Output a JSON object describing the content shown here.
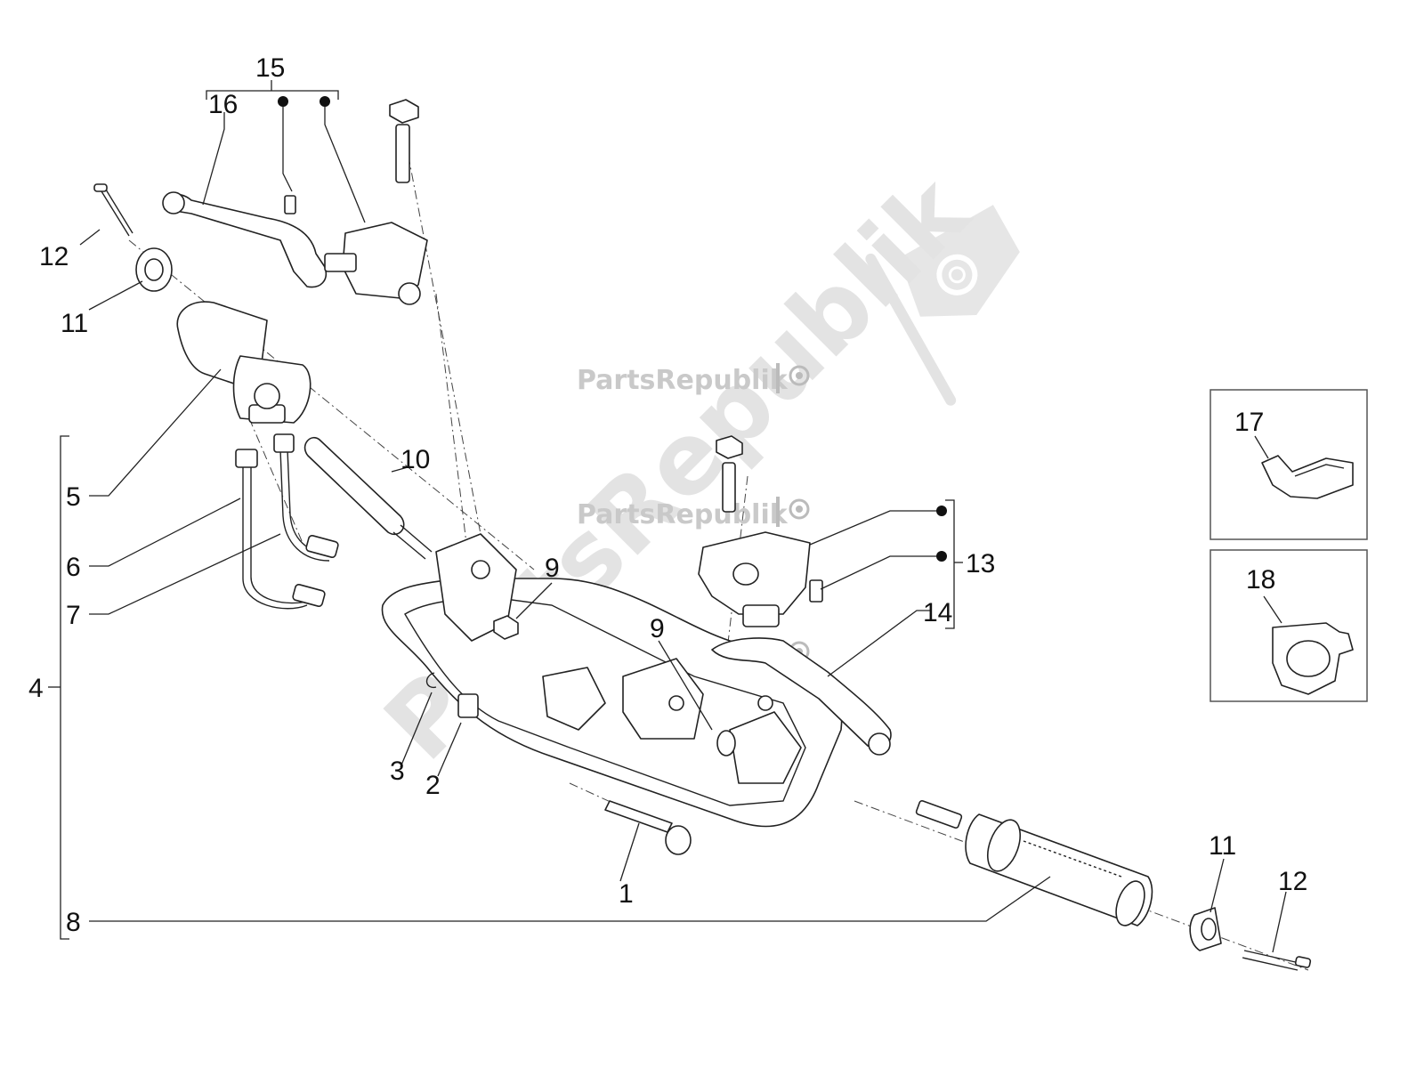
{
  "watermark": {
    "small_text": "PartsRepublik",
    "big_text": "PartsRepublik",
    "logo_icon": "gear-flag-icon"
  },
  "callouts": {
    "n1": "1",
    "n2": "2",
    "n3": "3",
    "n4": "4",
    "n5": "5",
    "n6": "6",
    "n7": "7",
    "n8": "8",
    "n9a": "9",
    "n9b": "9",
    "n10": "10",
    "n11a": "11",
    "n11b": "11",
    "n12a": "12",
    "n12b": "12",
    "n13": "13",
    "n14": "14",
    "n15": "15",
    "n16": "16",
    "n17": "17",
    "n18": "18"
  }
}
